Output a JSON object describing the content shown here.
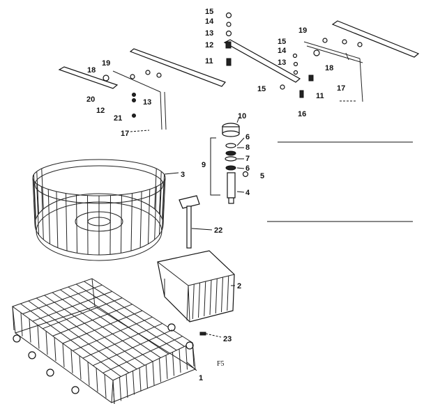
{
  "figure": {
    "code": "F5"
  },
  "callouts": [
    {
      "id": "c15a",
      "text": "15"
    },
    {
      "id": "c14a",
      "text": "14"
    },
    {
      "id": "c13a",
      "text": "13"
    },
    {
      "id": "c12a",
      "text": "12"
    },
    {
      "id": "c11a",
      "text": "11"
    },
    {
      "id": "c19a",
      "text": "19"
    },
    {
      "id": "c15b",
      "text": "15"
    },
    {
      "id": "c14b",
      "text": "14"
    },
    {
      "id": "c13b",
      "text": "13"
    },
    {
      "id": "c18a",
      "text": "18"
    },
    {
      "id": "c15c",
      "text": "15"
    },
    {
      "id": "c11b",
      "text": "11"
    },
    {
      "id": "c17a",
      "text": "17"
    },
    {
      "id": "c16",
      "text": "16"
    },
    {
      "id": "c18b",
      "text": "18"
    },
    {
      "id": "c19b",
      "text": "19"
    },
    {
      "id": "c20",
      "text": "20"
    },
    {
      "id": "c13c",
      "text": "13"
    },
    {
      "id": "c12b",
      "text": "12"
    },
    {
      "id": "c21",
      "text": "21"
    },
    {
      "id": "c17b",
      "text": "17"
    },
    {
      "id": "c10",
      "text": "10"
    },
    {
      "id": "c6a",
      "text": "6"
    },
    {
      "id": "c8",
      "text": "8"
    },
    {
      "id": "c7",
      "text": "7"
    },
    {
      "id": "c9",
      "text": "9"
    },
    {
      "id": "c6b",
      "text": "6"
    },
    {
      "id": "c5",
      "text": "5"
    },
    {
      "id": "c4",
      "text": "4"
    },
    {
      "id": "c3",
      "text": "3"
    },
    {
      "id": "c22",
      "text": "22"
    },
    {
      "id": "c2",
      "text": "2"
    },
    {
      "id": "c23",
      "text": "23"
    },
    {
      "id": "c1",
      "text": "1"
    }
  ]
}
